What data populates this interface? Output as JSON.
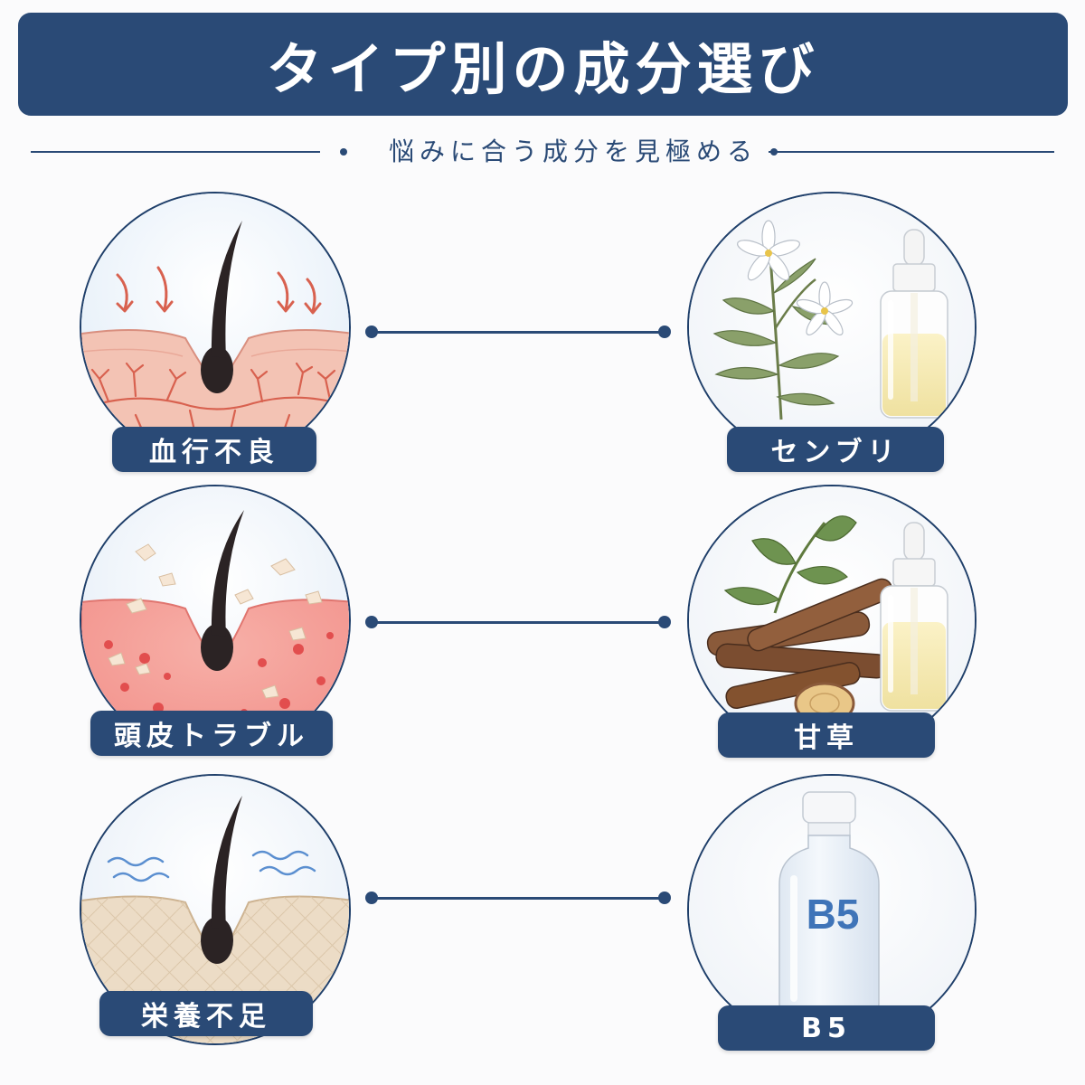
{
  "title": "タイプ別の成分選び",
  "subtitle": "悩みに合う成分を見極める",
  "rows": [
    {
      "problem": "血行不良",
      "ingredient": "センブリ"
    },
    {
      "problem": "頭皮トラブル",
      "ingredient": "甘草"
    },
    {
      "problem": "栄養不足",
      "ingredient": "B5"
    }
  ],
  "bottle_mark": "B5",
  "colors": {
    "navy": "#2a4a76",
    "skin_pink": "#f3c3b4",
    "vein_red": "#d8614f",
    "inflamed": "#ef8c88",
    "dry_skin": "#ecdcc6",
    "wave_blue": "#5b8fd0"
  }
}
